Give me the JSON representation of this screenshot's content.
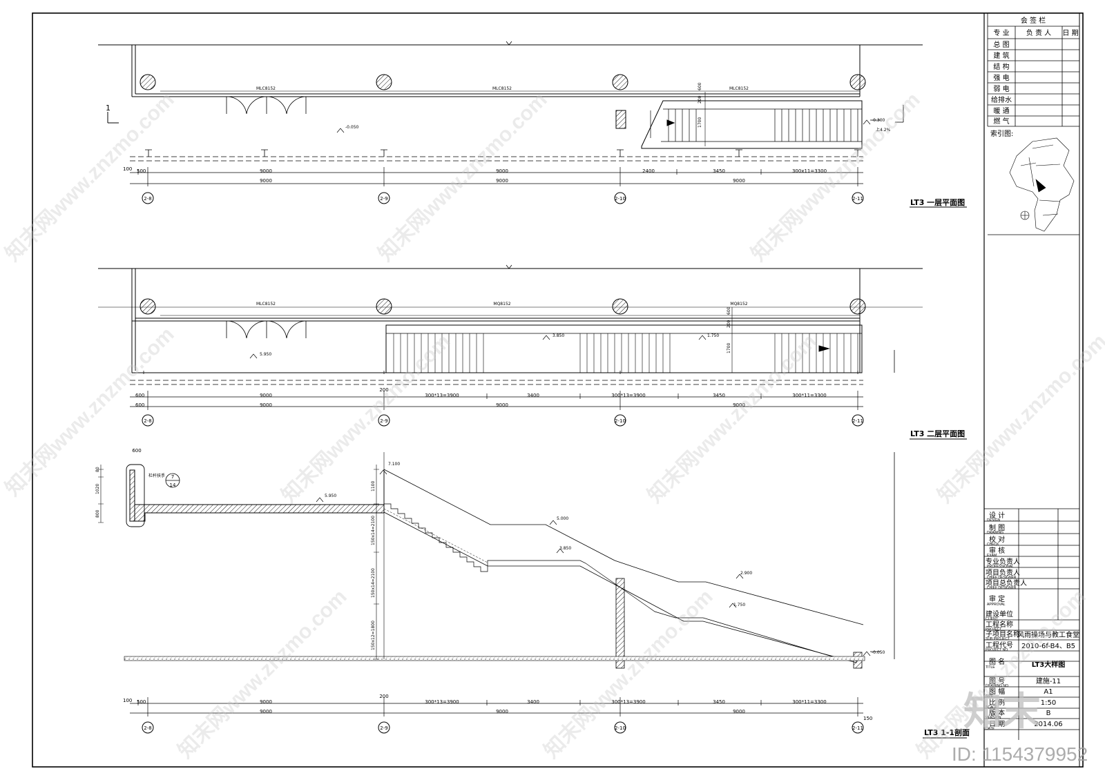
{
  "drawings": {
    "plan1": {
      "title": "LT3 一层平面图",
      "section_mark": "1",
      "walls": [
        "MLC8152",
        "MLC8152",
        "MLC8152"
      ],
      "levels": [
        "-0.050",
        "-0.300",
        "1700",
        "200",
        "600"
      ],
      "slope_label": "上4.2%"
    },
    "plan2": {
      "title": "LT3 二层平面图",
      "walls": [
        "MLC8152",
        "MQ8152",
        "MQ8152"
      ],
      "levels": [
        "5.950",
        "3.850",
        "1.750",
        "1700",
        "200",
        "600"
      ]
    },
    "section": {
      "title": "LT3 1-1剖面",
      "levels": [
        "7.100",
        "5.950",
        "5.000",
        "3.850",
        "2.900",
        "1.750",
        "-0.050"
      ],
      "vertical_dims": [
        "80",
        "1020",
        "800",
        "1100",
        "150x14=2100",
        "150x14=2100",
        "150x12=1800"
      ],
      "detail_dim": "600",
      "detail_label": "栏杆扶手",
      "detail_ref_top": "7",
      "detail_ref_bottom": "14"
    }
  },
  "dims": {
    "plan1_row1": [
      "100",
      "500",
      "9000",
      "9000",
      "2400",
      "3450",
      "300x11=3300"
    ],
    "plan1_row2": [
      "9000",
      "9000",
      "9000"
    ],
    "plan2_row0": [
      "200"
    ],
    "plan2_row1": [
      "600",
      "9000",
      "300*13=3900",
      "3400",
      "300*13=3900",
      "3450",
      "300*11=3300"
    ],
    "plan2_row2": [
      "600",
      "9000",
      "9000",
      "9000"
    ],
    "sec_row0": [
      "200"
    ],
    "sec_row1": [
      "100",
      "500",
      "9000",
      "300*13=3900",
      "3400",
      "300*13=3900",
      "3450",
      "300*11=3300"
    ],
    "sec_row2": [
      "9000",
      "9000",
      "9000",
      "150"
    ]
  },
  "axes": [
    "2-8",
    "2-9",
    "2-10",
    "2-11"
  ],
  "title_block": {
    "countersign_header": "会 签 栏",
    "col_headers": [
      "专 业",
      "负 责 人",
      "日 期"
    ],
    "disciplines": [
      "总 图",
      "建 筑",
      "结 构",
      "强 电",
      "弱 电",
      "给排水",
      "暖 通",
      "燃 气"
    ],
    "index_label": "索引图:",
    "roles": [
      {
        "cn": "设 计",
        "en": "DESIGN"
      },
      {
        "cn": "制 图",
        "en": "DRAWING"
      },
      {
        "cn": "校 对",
        "en": "CHECK"
      },
      {
        "cn": "审 核",
        "en": "EXAM"
      },
      {
        "cn": "专业负责人",
        "en": "PROFESSIONAL"
      },
      {
        "cn": "项目负责人",
        "en": "CHIEF DESIGNER"
      },
      {
        "cn": "项目总负责人",
        "en": "CHIEF DESIGNER"
      }
    ],
    "approval": {
      "cn": "审 定",
      "en": "APPROVAL"
    },
    "rows": [
      {
        "cn": "建设单位",
        "en": "CLIENT",
        "value": ""
      },
      {
        "cn": "工程名称",
        "en": "PROJECT",
        "value": ""
      },
      {
        "cn": "子项目名称",
        "en": "SUB PROJECT",
        "value": "风雨操场与教工食堂"
      },
      {
        "cn": "工程代号",
        "en": "PROJECT NO.",
        "value": "2010-6f-B4、B5"
      },
      {
        "cn": "图 名",
        "en": "TITLE",
        "value": "LT3大样图"
      },
      {
        "cn": "图 号",
        "en": "DRAWING NO.",
        "value": "建施-11"
      },
      {
        "cn": "图 幅",
        "en": "SIZE",
        "value": "A1"
      },
      {
        "cn": "比 例",
        "en": "SCALE",
        "value": "1:50"
      },
      {
        "cn": "版 本",
        "en": "VERSION",
        "value": "B"
      },
      {
        "cn": "日 期",
        "en": "DATE",
        "value": "2014.06"
      }
    ]
  },
  "watermark": {
    "logo": "知末",
    "site": "知末网www.znzmo.com",
    "id": "ID: 1154379952"
  }
}
